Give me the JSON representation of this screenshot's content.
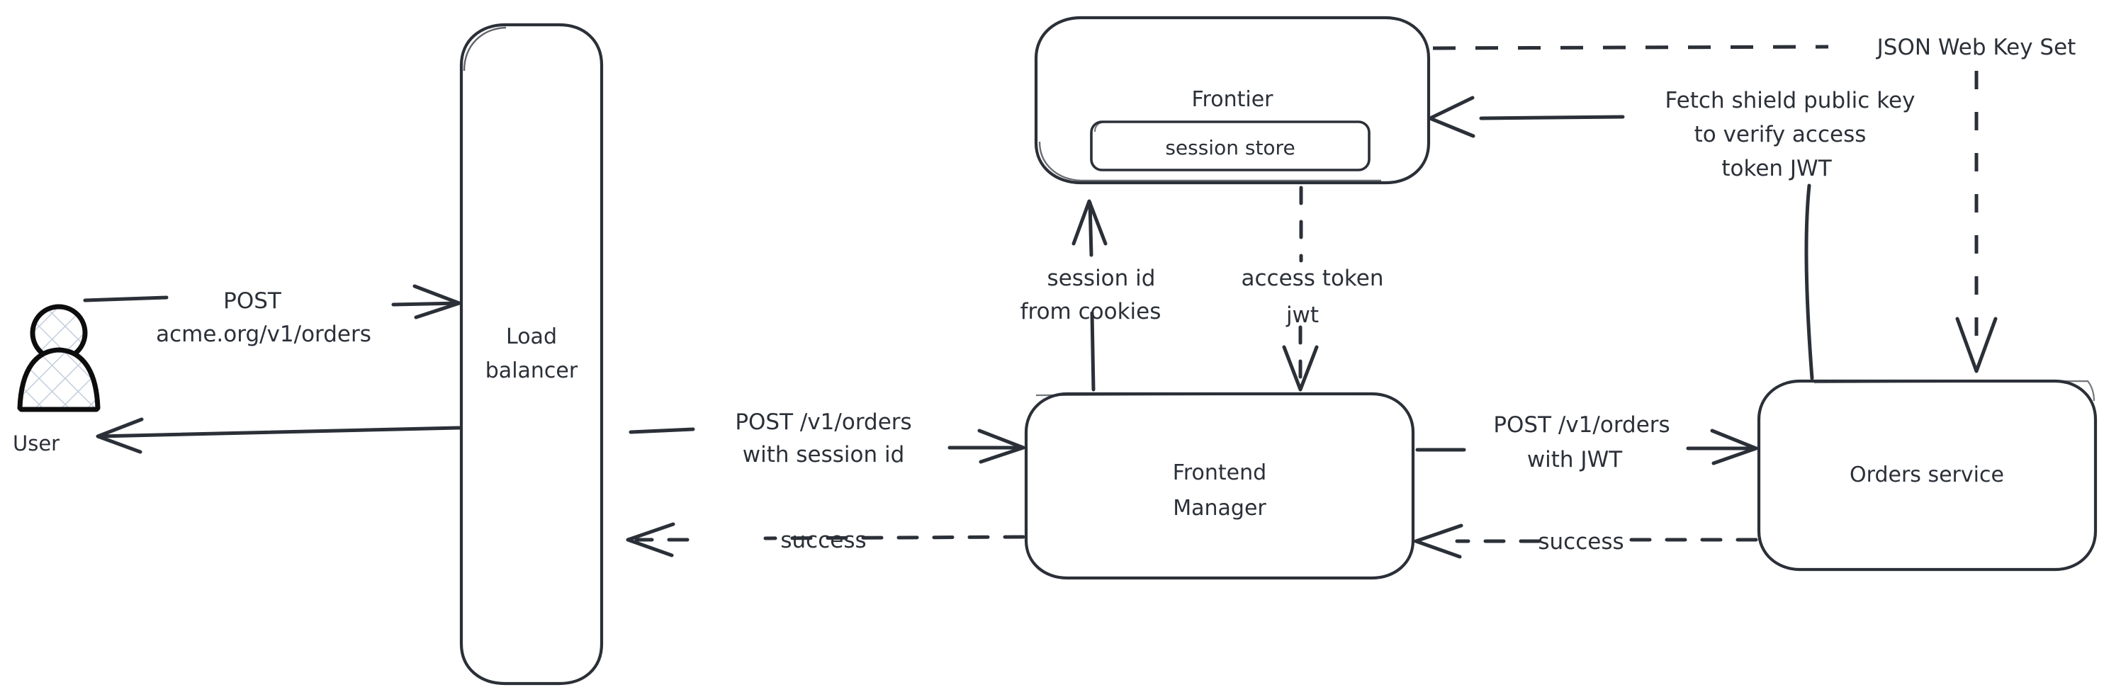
{
  "diagram": {
    "title": "Frontier session to JWT exchange flow",
    "type": "architecture-flow-diagram",
    "style": "hand-drawn-sketch",
    "colors": {
      "stroke": "#2b3038",
      "background": "#ffffff",
      "actor_outline": "#000000",
      "actor_hatch": "#c3cedd",
      "node_fill": "#ffffff"
    },
    "nodes": [
      {
        "id": "user",
        "label": "User",
        "shape": "actor"
      },
      {
        "id": "load-balancer",
        "label": "Load\nbalancer",
        "line1": "Load",
        "line2": "balancer",
        "shape": "rounded-rect"
      },
      {
        "id": "frontier",
        "label": "Frontier",
        "shape": "rounded-rect"
      },
      {
        "id": "session-store",
        "label": "session store",
        "shape": "rounded-rect",
        "parent": "frontier"
      },
      {
        "id": "frontend-manager",
        "label": "Frontend\nManager",
        "line1": "Frontend",
        "line2": "Manager",
        "shape": "rounded-rect"
      },
      {
        "id": "orders-service",
        "label": "Orders service",
        "shape": "rounded-rect"
      }
    ],
    "edges": [
      {
        "id": "user-to-lb",
        "from": "user",
        "to": "load-balancer",
        "style": "solid",
        "arrow": "right",
        "label_line1": "POST",
        "label_line2": "acme.org/v1/orders"
      },
      {
        "id": "lb-to-user",
        "from": "load-balancer",
        "to": "user",
        "style": "solid",
        "arrow": "left",
        "label_line1": "",
        "label_line2": ""
      },
      {
        "id": "lb-to-fm",
        "from": "load-balancer",
        "to": "frontend-manager",
        "style": "solid",
        "arrow": "right",
        "label_line1": "POST /v1/orders",
        "label_line2": "with session id"
      },
      {
        "id": "fm-to-lb",
        "from": "frontend-manager",
        "to": "load-balancer",
        "style": "dashed",
        "arrow": "left",
        "label_line1": "success",
        "label_line2": ""
      },
      {
        "id": "fm-to-frontier",
        "from": "frontend-manager",
        "to": "frontier",
        "style": "solid",
        "arrow": "up",
        "label_line1": "session id",
        "label_line2": "from cookies"
      },
      {
        "id": "frontier-to-fm",
        "from": "frontier",
        "to": "frontend-manager",
        "style": "dashed",
        "arrow": "down",
        "label_line1": "access token",
        "label_line2": "jwt"
      },
      {
        "id": "fm-to-orders",
        "from": "frontend-manager",
        "to": "orders-service",
        "style": "solid",
        "arrow": "right",
        "label_line1": "POST /v1/orders",
        "label_line2": "with JWT"
      },
      {
        "id": "orders-to-fm",
        "from": "orders-service",
        "to": "frontend-manager",
        "style": "dashed",
        "arrow": "left",
        "label_line1": "success",
        "label_line2": ""
      },
      {
        "id": "orders-to-frontier",
        "from": "orders-service",
        "to": "frontier",
        "style": "solid",
        "arrow": "left",
        "label_line1": "Fetch shield public key",
        "label_line2": "to verify access",
        "label_line3": "token JWT"
      },
      {
        "id": "frontier-jwks-to-orders",
        "from": "frontier",
        "to": "orders-service",
        "style": "dashed",
        "arrow": "down",
        "label_line1": "JSON Web Key Set",
        "label_line2": ""
      }
    ]
  }
}
